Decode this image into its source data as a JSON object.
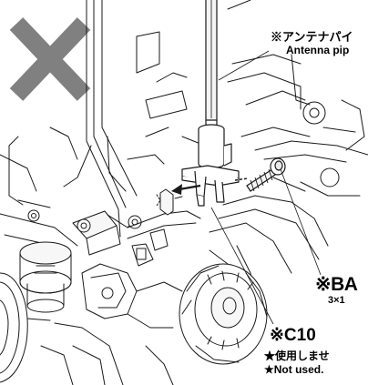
{
  "labels": {
    "antenna_jp": "※アンテナパイ",
    "antenna_en": "Antenna pip",
    "screw_code": "※BA",
    "screw_size": "3×1",
    "part_code": "※C10",
    "not_used_jp": "★使用しませ",
    "not_used_en": "★Not used."
  },
  "colors": {
    "x_mark": "#808080",
    "line": "#1a1a1a",
    "part_fill": "#f7f7f7"
  },
  "icons": {
    "x_mark": "cross-mark-icon"
  }
}
